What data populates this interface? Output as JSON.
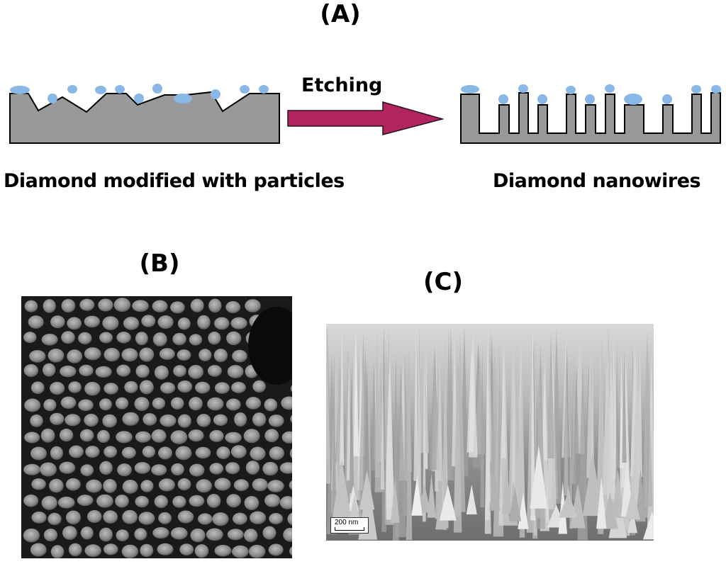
{
  "panels": {
    "a": {
      "label": "(A)"
    },
    "b": {
      "label": "(B)"
    },
    "c": {
      "label": "(C)"
    }
  },
  "schematic": {
    "arrow_label": "Etching",
    "left_caption": "Diamond modified with particles",
    "right_caption": "Diamond nanowires",
    "colors": {
      "substrate": "#999999",
      "particle": "#8ab8e6",
      "arrow": "#b0255f"
    }
  },
  "sem_c": {
    "scale_bar": "200 nm"
  }
}
